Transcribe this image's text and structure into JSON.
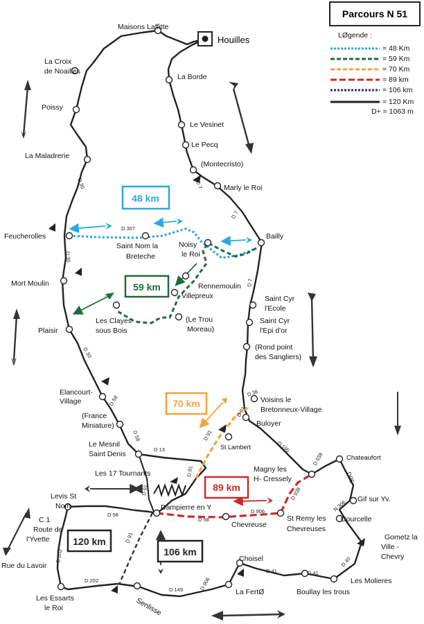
{
  "title": "Parcours N 51",
  "legend": {
    "heading": "LØgende :",
    "items": [
      {
        "label": "=  48 Km",
        "color": "#29a8e0",
        "style": "dotted"
      },
      {
        "label": "=  59 Km",
        "color": "#1f6b3a",
        "style": "dashed"
      },
      {
        "label": "=  70 Km",
        "color": "#f4a23a",
        "style": "dashed"
      },
      {
        "label": "= 89 km",
        "color": "#cc2a2a",
        "style": "dashed"
      },
      {
        "label": "=  106 km",
        "color": "#2b2a8c",
        "style": "dotted"
      },
      {
        "label": "= 120 Km",
        "color": "#222222",
        "style": "solid"
      }
    ],
    "elevation": "D+ = 1063 m"
  },
  "start": "Houilles",
  "towns": {
    "maisons_laffitte": "Maisons Laffitte",
    "croix_noailles_1": "La Croix",
    "croix_noailles_2": "de Noailles",
    "poissy": "Poissy",
    "maladrerie": "La Maladrerie",
    "feucherolles": "Feucherolles",
    "mort_moulin": "Mort Moulin",
    "plaisir": "Plaisir",
    "elancourt_1": "Elancourt-",
    "elancourt_2": "Village",
    "france_1": "(France",
    "france_2": "Miniature)",
    "mesnil_1": "Le Mesnil",
    "mesnil_2": "Saint Denis",
    "tournants": "Les 17 Tournants",
    "levis_1": "Levis St",
    "levis_2": "Nom",
    "c1_1": "C 1",
    "c1_2": "Route de",
    "c1_3": "l'Yvette",
    "lavoir": "Rue du Lavoir",
    "essarts_1": "Les Essarts",
    "essarts_2": "le Roi",
    "senlisse": "Senlisse",
    "la_borde": "La Borde",
    "vesinet": "Le Vesinet",
    "pecq": "Le Pecq",
    "montecristo": "(Montecristo)",
    "marly": "Marly le Roi",
    "bailly": "Bailly",
    "noisy_1": "Noisy",
    "noisy_2": "le Roi",
    "saint_nom_1": "Saint Nom la",
    "saint_nom_2": "Breteche",
    "rennemoulin": "Rennemoulin",
    "villepreux": "Villepreux",
    "clayes_1": "Les Clayes",
    "clayes_2": "sous Bois",
    "trou_1": "(Le Trou",
    "trou_2": "Moreau)",
    "st_cyr_ecole_1": "Saint Cyr",
    "st_cyr_ecole_2": "l'Ecole",
    "st_cyr_epi_1": "Saint Cyr",
    "st_cyr_epi_2": "l'Epi d'or",
    "sangliers_1": "(Rond point",
    "sangliers_2": "des Sangliers)",
    "voisins_1": "Voisins le",
    "voisins_2": "Bretonneux-Village",
    "buloyer": "Buloyer",
    "st_lambert": "St Lambert",
    "magny_1": "Magny les",
    "magny_2": "H- Cressely",
    "chateaufort": "Chateaufort",
    "gif": "Gif sur Yv.",
    "courcelle": "Courcelle",
    "gometz_1": "Gometz la",
    "gometz_2": "Ville -",
    "gometz_3": "Chevry",
    "molieres": "Les Molieres",
    "boullay": "Boullay les trous",
    "ferte": "La FertØ",
    "choisel": "Choisel",
    "dampierre": "Dampierre en Y",
    "chevreuse": "Chevreuse",
    "st_remy_1": "St Remy les",
    "st_remy_2": "Chevreuses"
  },
  "roads": {
    "d30a": "D 30",
    "d7a": "D 7",
    "d7b": "D 7",
    "d7c": "D 7",
    "d307": "D 307",
    "d30b": "D 30",
    "d30c": "D 30",
    "d58a": "D 58",
    "d58b": "D 58",
    "d13": "D 13",
    "d91a": "D 91",
    "d91b": "D 91",
    "d91c": "D 91",
    "d91d": "D 91",
    "d91e": "D 91",
    "d36": "D 36",
    "d195": "D 195",
    "d938a": "D 938",
    "d938b": "D 938",
    "d95": "D95",
    "n306": "N 306",
    "d58c": "D 58",
    "d906a": "D 906",
    "d58d": "D 58",
    "d202a": "D 202",
    "d202b": "D 202",
    "d149": "D 149",
    "d906b": "D 906",
    "d41a": "D 41",
    "d41b": "D 41",
    "d40": "D 40"
  },
  "distance_boxes": [
    {
      "label": "48 km",
      "color": "#29a8e0"
    },
    {
      "label": "59 km",
      "color": "#1f6b3a"
    },
    {
      "label": "70 km",
      "color": "#f4a23a"
    },
    {
      "label": "89 km",
      "color": "#cc2a2a"
    },
    {
      "label": "120 km",
      "color": "#222222"
    },
    {
      "label": "106 km",
      "color": "#222222"
    }
  ]
}
